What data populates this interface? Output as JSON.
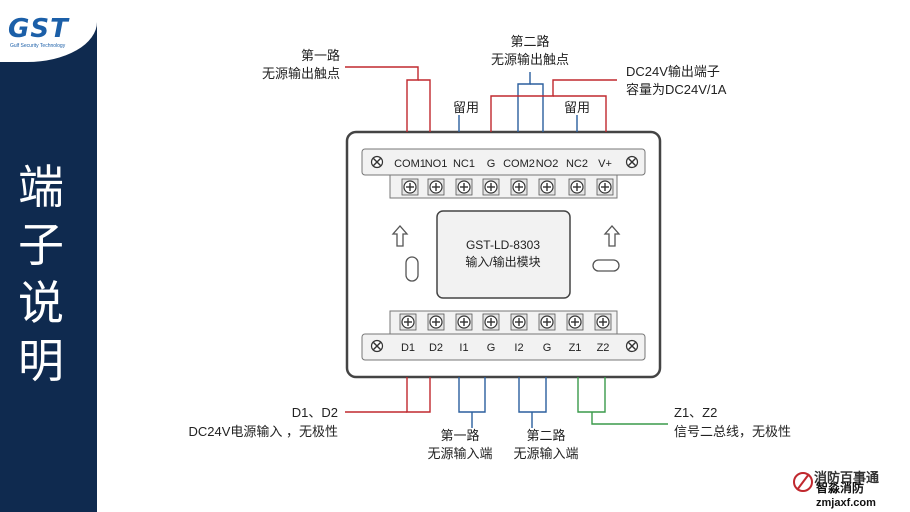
{
  "brand": {
    "logo": "GST",
    "sub": "Gulf Security Technology"
  },
  "slide_title": [
    "端",
    "子",
    "说",
    "明"
  ],
  "top_terminals": [
    "COM1",
    "NO1",
    "NC1",
    "G",
    "COM2",
    "NO2",
    "NC2",
    "V+"
  ],
  "bottom_terminals": [
    "D1",
    "D2",
    "I1",
    "G",
    "I2",
    "G",
    "Z1",
    "Z2"
  ],
  "device": {
    "model": "GST-LD-8303",
    "name": "输入/输出模块"
  },
  "callouts": {
    "out1": {
      "line1": "第一路",
      "line2": "无源输出触点"
    },
    "out2": {
      "line1": "第二路",
      "line2": "无源输出触点"
    },
    "dc_out": {
      "line1": "DC24V输出端子",
      "line2": "容量为DC24V/1A"
    },
    "reserved1": "留用",
    "reserved2": "留用",
    "power": {
      "line1": "D1、D2",
      "line2": "DC24V电源输入 ，无极性"
    },
    "in1": {
      "line1": "第一路",
      "line2": "无源输入端"
    },
    "in2": {
      "line1": "第二路",
      "line2": "无源输入端"
    },
    "bus": {
      "line1": "Z1、Z2",
      "line2": "信号二总线，无极性"
    }
  },
  "watermark": {
    "title": "消防百事通",
    "brand": "智淼消防",
    "url": "zmjaxf.com"
  },
  "colors": {
    "red": "#c0282e",
    "blue": "#2b5f9e",
    "green": "#3a9a4a",
    "sidebar": "#0f2a4f"
  }
}
